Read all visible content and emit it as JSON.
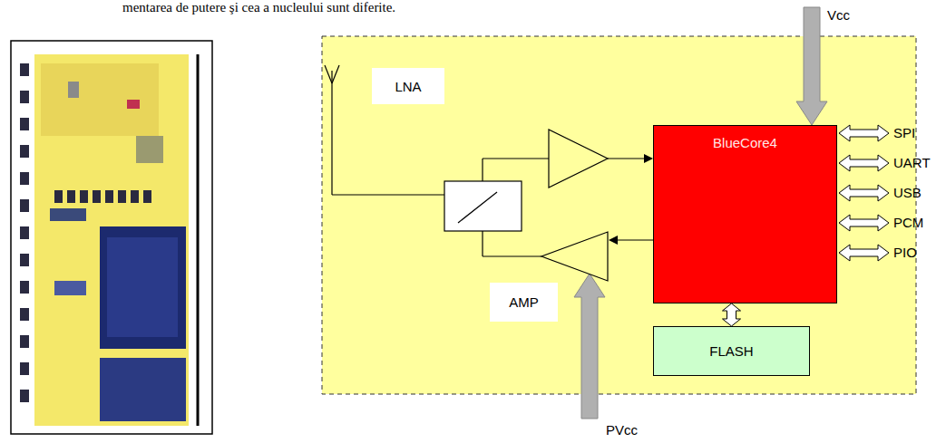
{
  "diagram": {
    "nodes": [
      {
        "text": [
          "LNA"
        ]
      },
      {
        "text": [
          "BlueCore4"
        ]
      },
      {
        "text": [
          "AMP"
        ]
      },
      {
        "text": [
          "FLASH"
        ]
      }
    ],
    "edges": [
      {
        "from": 1,
        "to": 3,
        "arrow": "both"
      }
    ],
    "labels": [
      "mentarea de putere şi cea a nucleului sunt diferite.",
      "Vcc",
      "PVcc",
      "SPI",
      "UART",
      "USB",
      "PCM",
      "PIO"
    ]
  }
}
